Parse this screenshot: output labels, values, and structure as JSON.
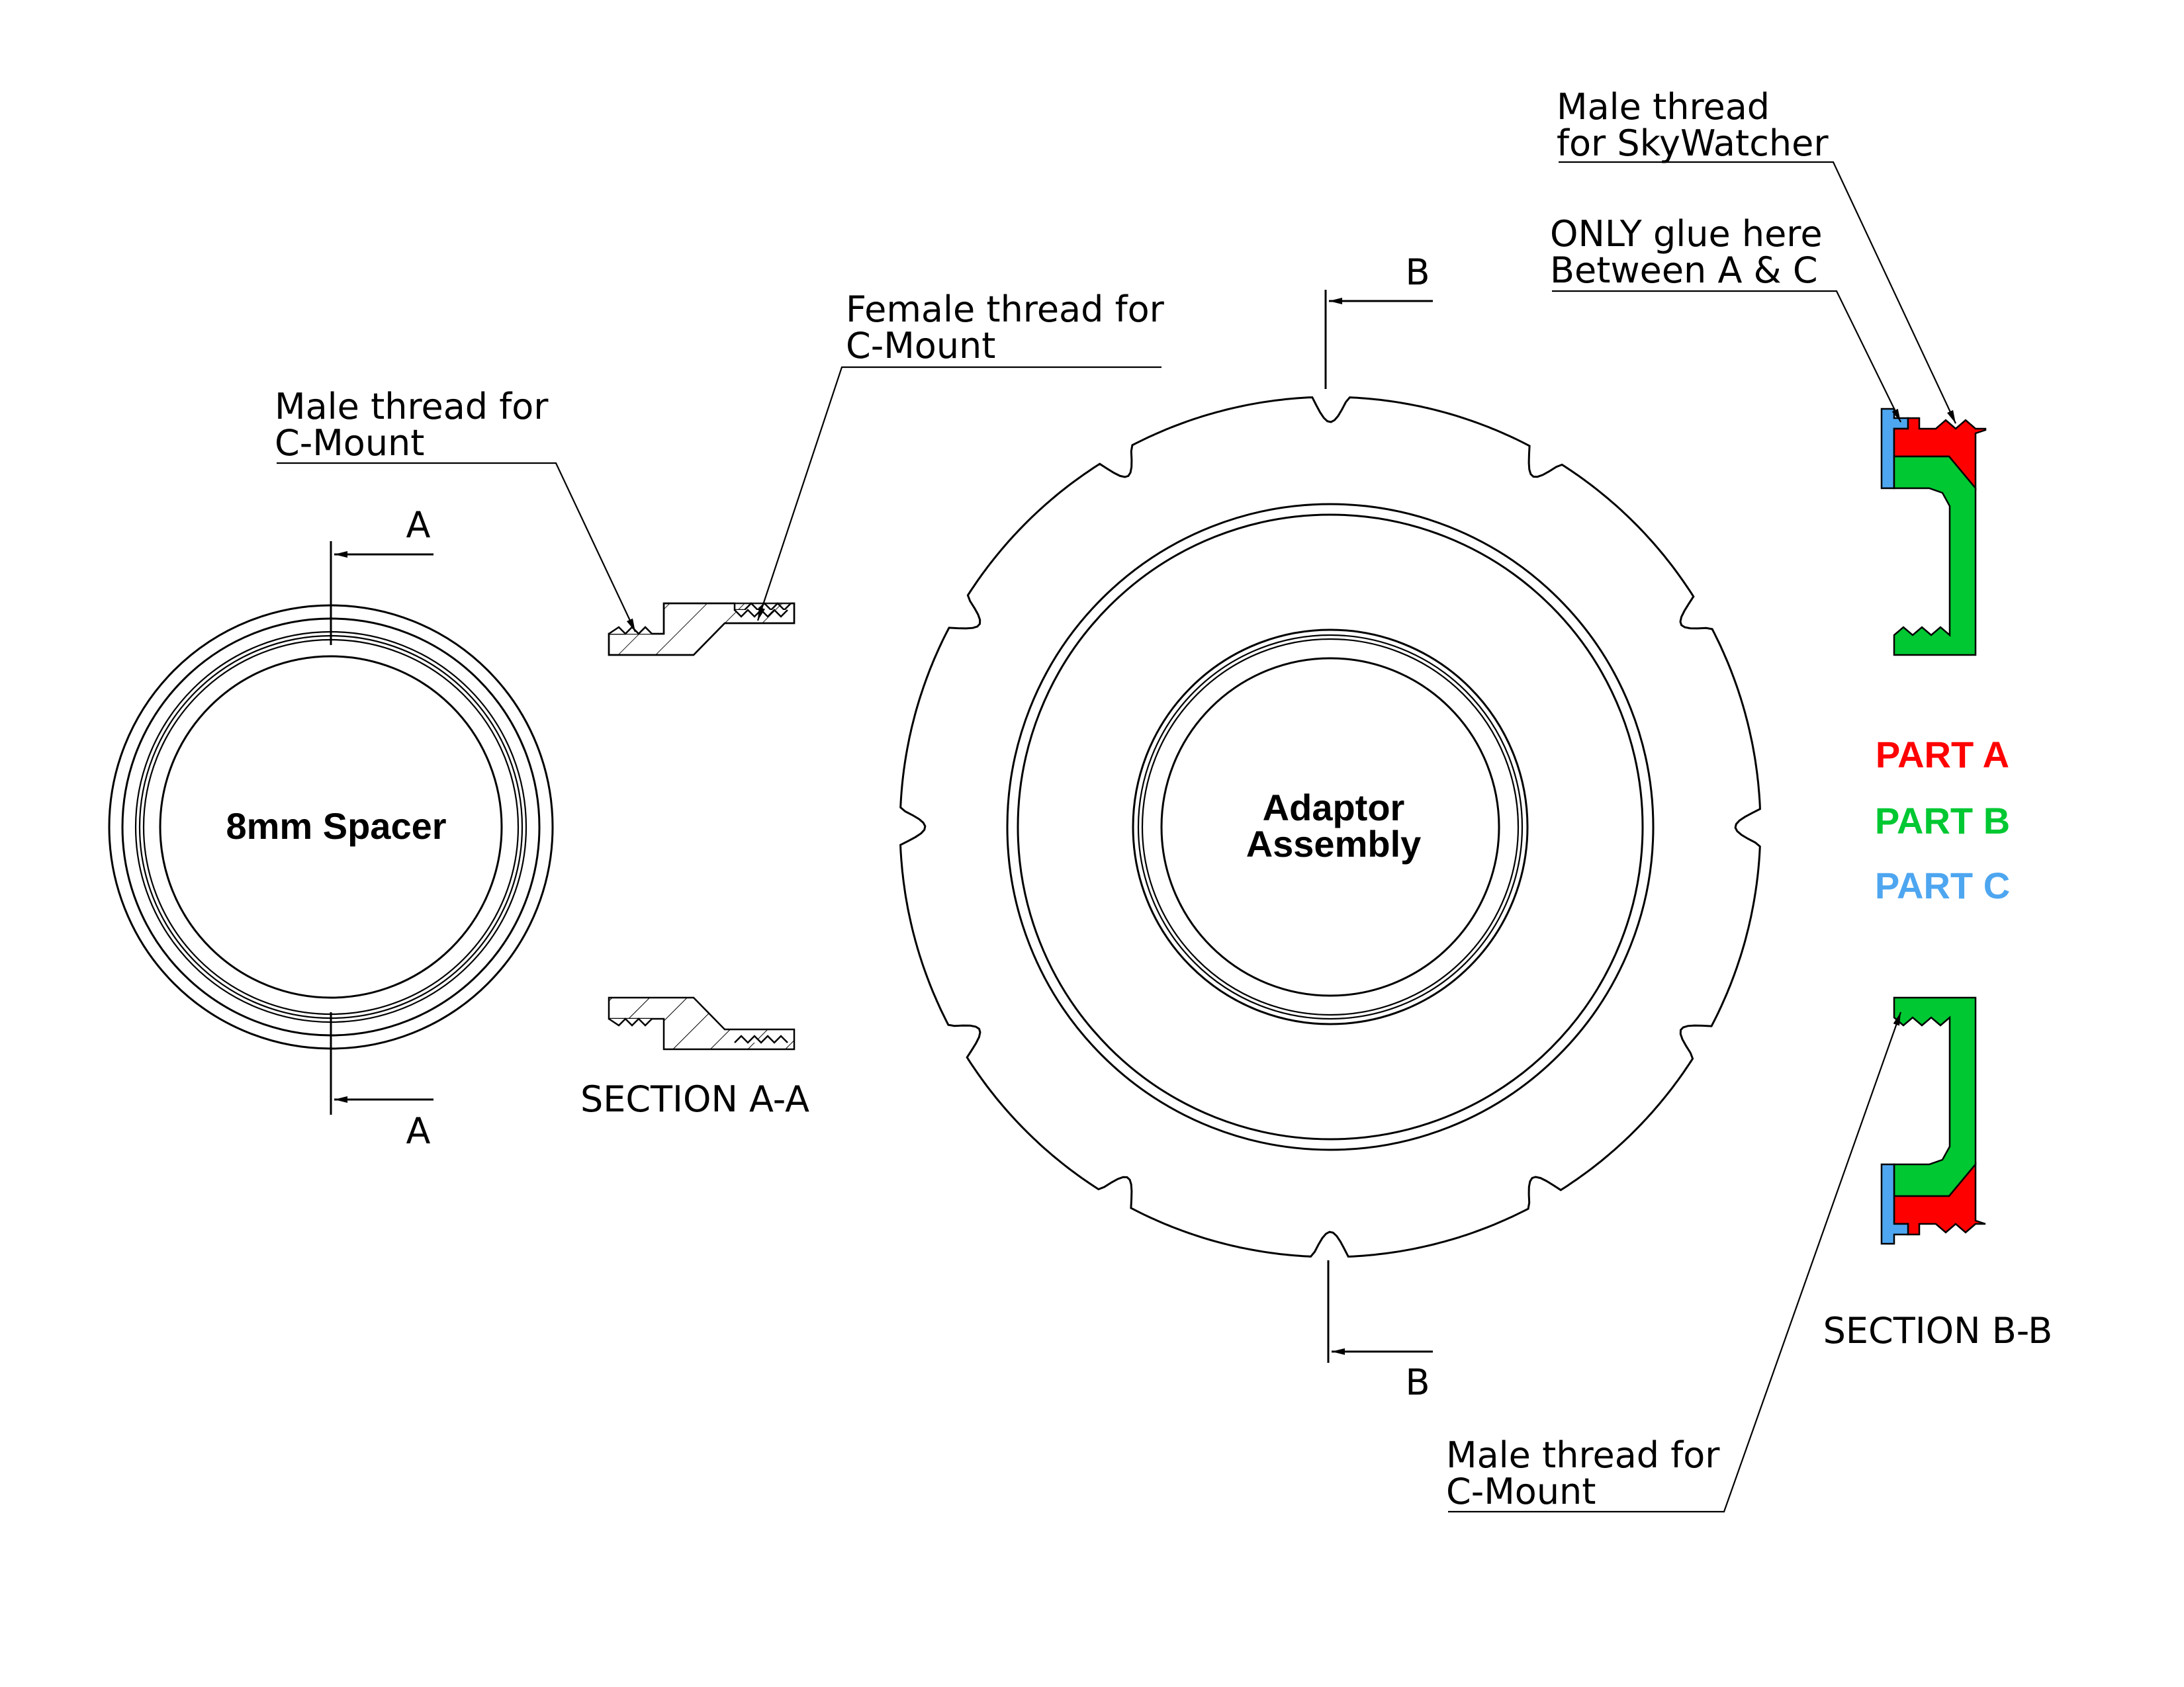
{
  "spacer": {
    "title": "8mm Spacer"
  },
  "adaptor": {
    "title_line1": "Adaptor",
    "title_line2": "Assembly"
  },
  "section_a": {
    "marker_top": "A",
    "marker_bottom": "A",
    "caption": "SECTION A-A"
  },
  "section_b": {
    "marker_top": "B",
    "marker_bottom": "B",
    "caption": "SECTION B-B"
  },
  "callouts": {
    "male_cmount_left": [
      "Male thread for",
      "C-Mount"
    ],
    "female_cmount": [
      "Female thread for",
      "C-Mount"
    ],
    "male_skywatcher": [
      "Male thread",
      "for SkyWatcher"
    ],
    "glue_note": [
      "ONLY glue here",
      "Between A & C"
    ],
    "male_cmount_right": [
      "Male thread for",
      "C-Mount"
    ]
  },
  "legend": [
    {
      "label": "PART A",
      "color": "#ff0000"
    },
    {
      "label": "PART B",
      "color": "#00c832"
    },
    {
      "label": "PART C",
      "color": "#4ea6f0"
    }
  ],
  "colors": {
    "part_a": "#ff0000",
    "part_b": "#00c832",
    "part_c": "#4ea6f0"
  }
}
